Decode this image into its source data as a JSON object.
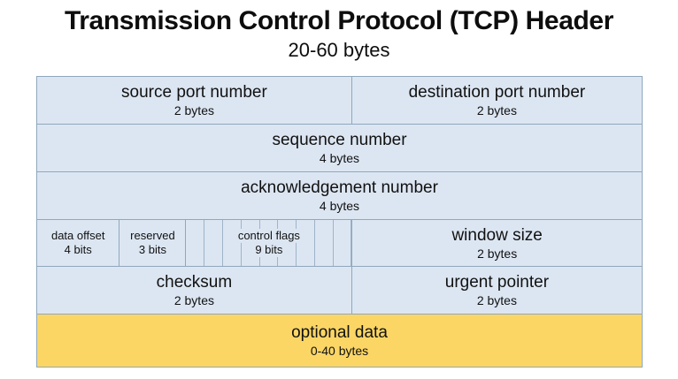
{
  "title": "Transmission Control Protocol (TCP) Header",
  "subtitle": "20-60 bytes",
  "colors": {
    "field_blue": "#dce6f2",
    "optional_yellow": "#fbd665",
    "border": "#8fa8bd",
    "text": "#111111",
    "background": "#ffffff"
  },
  "rows": [
    {
      "cells": [
        {
          "label": "source port number",
          "size": "2 bytes"
        },
        {
          "label": "destination port number",
          "size": "2 bytes"
        }
      ]
    },
    {
      "cells": [
        {
          "label": "sequence number",
          "size": "4 bytes"
        }
      ]
    },
    {
      "cells": [
        {
          "label": "acknowledgement number",
          "size": "4 bytes"
        }
      ]
    },
    {
      "cells": [
        {
          "label": "data offset",
          "size": "4 bits"
        },
        {
          "label": "reserved",
          "size": "3 bits"
        },
        {
          "label": "control flags",
          "size": "9 bits",
          "subdivisions": 9
        },
        {
          "label": "window size",
          "size": "2 bytes"
        }
      ]
    },
    {
      "cells": [
        {
          "label": "checksum",
          "size": "2 bytes"
        },
        {
          "label": "urgent pointer",
          "size": "2 bytes"
        }
      ]
    },
    {
      "cells": [
        {
          "label": "optional data",
          "size": "0-40 bytes"
        }
      ]
    }
  ]
}
